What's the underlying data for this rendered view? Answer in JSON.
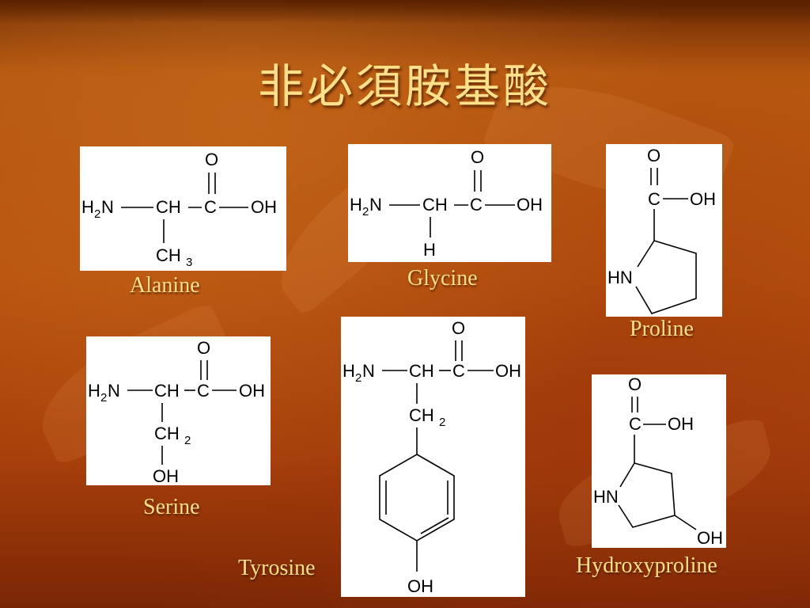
{
  "slide": {
    "title": "非必須胺基酸"
  },
  "molecules": {
    "alanine": {
      "label": "Alanine",
      "h2": "H",
      "n": "N",
      "ch": "CH",
      "c": "C",
      "o": "O",
      "oh": "OH",
      "sub2": "2",
      "side": "CH",
      "sub3": "3"
    },
    "glycine": {
      "label": "Glycine",
      "h2": "H",
      "n": "N",
      "ch": "CH",
      "c": "C",
      "o": "O",
      "oh": "OH",
      "sub2": "2",
      "side": "H"
    },
    "proline": {
      "label": "Proline",
      "c": "C",
      "o": "O",
      "oh": "OH",
      "hn": "HN"
    },
    "serine": {
      "label": "Serine",
      "h2": "H",
      "n": "N",
      "ch": "CH",
      "c": "C",
      "o": "O",
      "oh": "OH",
      "sub2": "2",
      "side": "CH",
      "sub2b": "2",
      "side_oh": "OH"
    },
    "tyrosine": {
      "label": "Tyrosine",
      "h2": "H",
      "n": "N",
      "ch": "CH",
      "c": "C",
      "o": "O",
      "oh": "OH",
      "sub2": "2",
      "side": "CH",
      "sub2b": "2",
      "ring_oh": "OH"
    },
    "hydroxyproline": {
      "label": "Hydroxyproline",
      "c": "C",
      "o": "O",
      "oh": "OH",
      "hn": "HN",
      "ring_oh": "OH"
    }
  }
}
